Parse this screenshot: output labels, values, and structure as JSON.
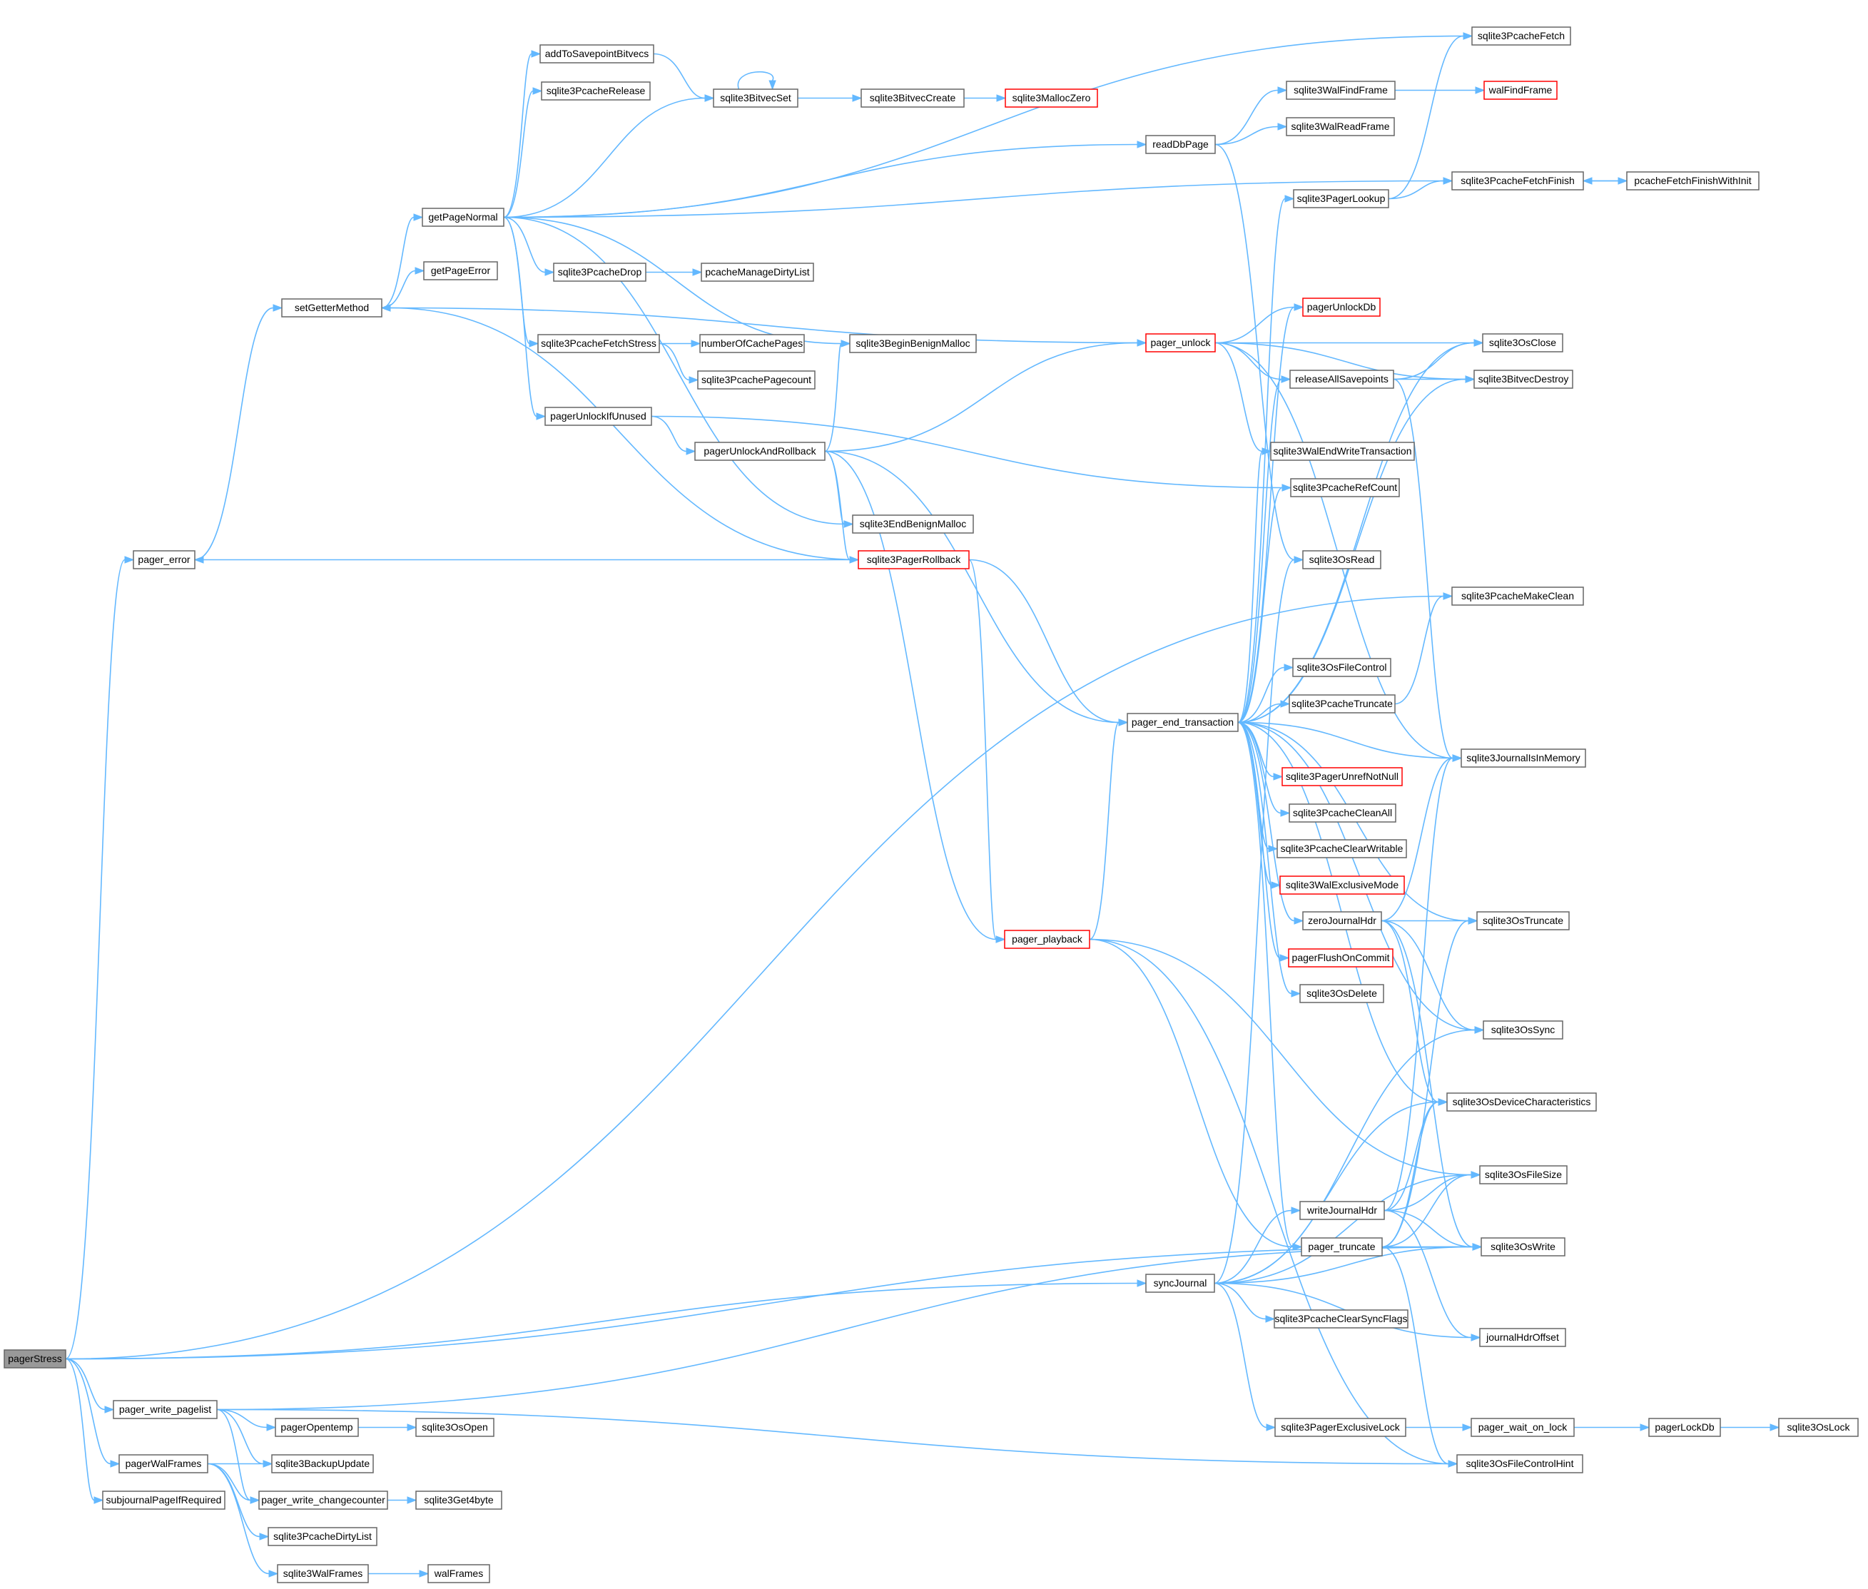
{
  "diagram": {
    "colors": {
      "edge": "#63b8ff",
      "node_border": "#666666",
      "node_highlight_border": "#ff0000",
      "root_fill": "#999999",
      "background": "#ffffff"
    },
    "nodes": [
      {
        "id": "pagerStress",
        "label": "pagerStress",
        "style": "root"
      },
      {
        "id": "pager_error",
        "label": "pager_error",
        "style": "normal"
      },
      {
        "id": "setGetterMethod",
        "label": "setGetterMethod",
        "style": "normal"
      },
      {
        "id": "getPageNormal",
        "label": "getPageNormal",
        "style": "normal"
      },
      {
        "id": "getPageError",
        "label": "getPageError",
        "style": "normal"
      },
      {
        "id": "addToSavepointBitvecs",
        "label": "addToSavepointBitvecs",
        "style": "normal"
      },
      {
        "id": "sqlite3PcacheRelease",
        "label": "sqlite3PcacheRelease",
        "style": "normal"
      },
      {
        "id": "sqlite3BitvecSet",
        "label": "sqlite3BitvecSet",
        "style": "normal"
      },
      {
        "id": "sqlite3BitvecCreate",
        "label": "sqlite3BitvecCreate",
        "style": "normal"
      },
      {
        "id": "sqlite3MallocZero",
        "label": "sqlite3MallocZero",
        "style": "red"
      },
      {
        "id": "sqlite3PcacheFetch",
        "label": "sqlite3PcacheFetch",
        "style": "normal"
      },
      {
        "id": "sqlite3WalFindFrame",
        "label": "sqlite3WalFindFrame",
        "style": "normal"
      },
      {
        "id": "walFindFrame",
        "label": "walFindFrame",
        "style": "red"
      },
      {
        "id": "readDbPage",
        "label": "readDbPage",
        "style": "normal"
      },
      {
        "id": "sqlite3WalReadFrame",
        "label": "sqlite3WalReadFrame",
        "style": "normal"
      },
      {
        "id": "sqlite3PagerLookup",
        "label": "sqlite3PagerLookup",
        "style": "normal"
      },
      {
        "id": "sqlite3PcacheFetchFinish",
        "label": "sqlite3PcacheFetchFinish",
        "style": "normal"
      },
      {
        "id": "pcacheFetchFinishWithInit",
        "label": "pcacheFetchFinishWithInit",
        "style": "normal"
      },
      {
        "id": "sqlite3PcacheDrop",
        "label": "sqlite3PcacheDrop",
        "style": "normal"
      },
      {
        "id": "pcacheManageDirtyList",
        "label": "pcacheManageDirtyList",
        "style": "normal"
      },
      {
        "id": "pager_unlock",
        "label": "pager_unlock",
        "style": "red"
      },
      {
        "id": "pagerUnlockDb",
        "label": "pagerUnlockDb",
        "style": "red"
      },
      {
        "id": "sqlite3PcacheFetchStress",
        "label": "sqlite3PcacheFetchStress",
        "style": "normal"
      },
      {
        "id": "numberOfCachePages",
        "label": "numberOfCachePages",
        "style": "normal"
      },
      {
        "id": "sqlite3PcachePagecount",
        "label": "sqlite3PcachePagecount",
        "style": "normal"
      },
      {
        "id": "sqlite3BeginBenignMalloc",
        "label": "sqlite3BeginBenignMalloc",
        "style": "normal"
      },
      {
        "id": "sqlite3OsClose",
        "label": "sqlite3OsClose",
        "style": "normal"
      },
      {
        "id": "releaseAllSavepoints",
        "label": "releaseAllSavepoints",
        "style": "normal"
      },
      {
        "id": "sqlite3BitvecDestroy",
        "label": "sqlite3BitvecDestroy",
        "style": "normal"
      },
      {
        "id": "pagerUnlockIfUnused",
        "label": "pagerUnlockIfUnused",
        "style": "normal"
      },
      {
        "id": "pagerUnlockAndRollback",
        "label": "pagerUnlockAndRollback",
        "style": "normal"
      },
      {
        "id": "sqlite3WalEndWriteTransaction",
        "label": "sqlite3WalEndWriteTransaction",
        "style": "normal"
      },
      {
        "id": "sqlite3PcacheRefCount",
        "label": "sqlite3PcacheRefCount",
        "style": "normal"
      },
      {
        "id": "sqlite3EndBenignMalloc",
        "label": "sqlite3EndBenignMalloc",
        "style": "normal"
      },
      {
        "id": "sqlite3PagerRollback",
        "label": "sqlite3PagerRollback",
        "style": "red"
      },
      {
        "id": "sqlite3OsRead",
        "label": "sqlite3OsRead",
        "style": "normal"
      },
      {
        "id": "sqlite3PcacheMakeClean",
        "label": "sqlite3PcacheMakeClean",
        "style": "normal"
      },
      {
        "id": "sqlite3OsFileControl",
        "label": "sqlite3OsFileControl",
        "style": "normal"
      },
      {
        "id": "sqlite3PcacheTruncate",
        "label": "sqlite3PcacheTruncate",
        "style": "normal"
      },
      {
        "id": "pager_end_transaction",
        "label": "pager_end_transaction",
        "style": "normal"
      },
      {
        "id": "sqlite3JournalIsInMemory",
        "label": "sqlite3JournalIsInMemory",
        "style": "normal"
      },
      {
        "id": "sqlite3PagerUnrefNotNull",
        "label": "sqlite3PagerUnrefNotNull",
        "style": "red"
      },
      {
        "id": "sqlite3PcacheCleanAll",
        "label": "sqlite3PcacheCleanAll",
        "style": "normal"
      },
      {
        "id": "sqlite3PcacheClearWritable",
        "label": "sqlite3PcacheClearWritable",
        "style": "normal"
      },
      {
        "id": "sqlite3WalExclusiveMode",
        "label": "sqlite3WalExclusiveMode",
        "style": "red"
      },
      {
        "id": "zeroJournalHdr",
        "label": "zeroJournalHdr",
        "style": "normal"
      },
      {
        "id": "sqlite3OsTruncate",
        "label": "sqlite3OsTruncate",
        "style": "normal"
      },
      {
        "id": "pager_playback",
        "label": "pager_playback",
        "style": "red"
      },
      {
        "id": "pagerFlushOnCommit",
        "label": "pagerFlushOnCommit",
        "style": "red"
      },
      {
        "id": "sqlite3OsDelete",
        "label": "sqlite3OsDelete",
        "style": "normal"
      },
      {
        "id": "sqlite3OsSync",
        "label": "sqlite3OsSync",
        "style": "normal"
      },
      {
        "id": "sqlite3OsDeviceCharacteristics",
        "label": "sqlite3OsDeviceCharacteristics",
        "style": "normal"
      },
      {
        "id": "sqlite3OsFileSize",
        "label": "sqlite3OsFileSize",
        "style": "normal"
      },
      {
        "id": "writeJournalHdr",
        "label": "writeJournalHdr",
        "style": "normal"
      },
      {
        "id": "pager_truncate",
        "label": "pager_truncate",
        "style": "normal"
      },
      {
        "id": "sqlite3OsWrite",
        "label": "sqlite3OsWrite",
        "style": "normal"
      },
      {
        "id": "syncJournal",
        "label": "syncJournal",
        "style": "normal"
      },
      {
        "id": "sqlite3PcacheClearSyncFlags",
        "label": "sqlite3PcacheClearSyncFlags",
        "style": "normal"
      },
      {
        "id": "journalHdrOffset",
        "label": "journalHdrOffset",
        "style": "normal"
      },
      {
        "id": "sqlite3PagerExclusiveLock",
        "label": "sqlite3PagerExclusiveLock",
        "style": "normal"
      },
      {
        "id": "pager_wait_on_lock",
        "label": "pager_wait_on_lock",
        "style": "normal"
      },
      {
        "id": "pagerLockDb",
        "label": "pagerLockDb",
        "style": "normal"
      },
      {
        "id": "sqlite3OsLock",
        "label": "sqlite3OsLock",
        "style": "normal"
      },
      {
        "id": "sqlite3OsFileControlHint",
        "label": "sqlite3OsFileControlHint",
        "style": "normal"
      },
      {
        "id": "pager_write_pagelist",
        "label": "pager_write_pagelist",
        "style": "normal"
      },
      {
        "id": "pagerOpentemp",
        "label": "pagerOpentemp",
        "style": "normal"
      },
      {
        "id": "sqlite3OsOpen",
        "label": "sqlite3OsOpen",
        "style": "normal"
      },
      {
        "id": "sqlite3BackupUpdate",
        "label": "sqlite3BackupUpdate",
        "style": "normal"
      },
      {
        "id": "pagerWalFrames",
        "label": "pagerWalFrames",
        "style": "normal"
      },
      {
        "id": "pager_write_changecounter",
        "label": "pager_write_changecounter",
        "style": "normal"
      },
      {
        "id": "sqlite3Get4byte",
        "label": "sqlite3Get4byte",
        "style": "normal"
      },
      {
        "id": "subjournalPageIfRequired",
        "label": "subjournalPageIfRequired",
        "style": "normal"
      },
      {
        "id": "sqlite3PcacheDirtyList",
        "label": "sqlite3PcacheDirtyList",
        "style": "normal"
      },
      {
        "id": "sqlite3WalFrames",
        "label": "sqlite3WalFrames",
        "style": "normal"
      },
      {
        "id": "walFrames",
        "label": "walFrames",
        "style": "normal"
      }
    ],
    "edges": [
      [
        "pagerStress",
        "pager_error"
      ],
      [
        "pagerStress",
        "syncJournal"
      ],
      [
        "pagerStress",
        "sqlite3PcacheMakeClean"
      ],
      [
        "pagerStress",
        "sqlite3OsWrite"
      ],
      [
        "pagerStress",
        "pager_write_pagelist"
      ],
      [
        "pagerStress",
        "pagerWalFrames"
      ],
      [
        "pagerStress",
        "subjournalPageIfRequired"
      ],
      [
        "pager_error",
        "setGetterMethod"
      ],
      [
        "setGetterMethod",
        "getPageNormal"
      ],
      [
        "setGetterMethod",
        "getPageError"
      ],
      [
        "getPageNormal",
        "addToSavepointBitvecs"
      ],
      [
        "getPageNormal",
        "sqlite3PcacheRelease"
      ],
      [
        "getPageNormal",
        "sqlite3BitvecSet"
      ],
      [
        "getPageNormal",
        "sqlite3PcacheFetch"
      ],
      [
        "getPageNormal",
        "readDbPage"
      ],
      [
        "getPageNormal",
        "sqlite3PcacheFetchFinish"
      ],
      [
        "getPageNormal",
        "sqlite3PcacheDrop"
      ],
      [
        "getPageNormal",
        "sqlite3PcacheFetchStress"
      ],
      [
        "getPageNormal",
        "sqlite3BeginBenignMalloc"
      ],
      [
        "getPageNormal",
        "pagerUnlockIfUnused"
      ],
      [
        "getPageNormal",
        "sqlite3EndBenignMalloc"
      ],
      [
        "addToSavepointBitvecs",
        "sqlite3BitvecSet"
      ],
      [
        "sqlite3BitvecSet",
        "sqlite3BitvecSet"
      ],
      [
        "sqlite3BitvecSet",
        "sqlite3BitvecCreate"
      ],
      [
        "sqlite3BitvecCreate",
        "sqlite3MallocZero"
      ],
      [
        "readDbPage",
        "sqlite3WalFindFrame"
      ],
      [
        "readDbPage",
        "sqlite3WalReadFrame"
      ],
      [
        "readDbPage",
        "sqlite3OsRead"
      ],
      [
        "sqlite3WalFindFrame",
        "walFindFrame"
      ],
      [
        "sqlite3PagerLookup",
        "sqlite3PcacheFetch"
      ],
      [
        "sqlite3PagerLookup",
        "sqlite3PcacheFetchFinish"
      ],
      [
        "pcacheFetchFinishWithInit",
        "sqlite3PcacheFetchFinish"
      ],
      [
        "sqlite3PcacheFetchFinish",
        "pcacheFetchFinishWithInit"
      ],
      [
        "sqlite3PcacheDrop",
        "pcacheManageDirtyList"
      ],
      [
        "sqlite3PcacheFetchStress",
        "numberOfCachePages"
      ],
      [
        "sqlite3PcacheFetchStress",
        "sqlite3PcachePagecount"
      ],
      [
        "pagerUnlockIfUnused",
        "pagerUnlockAndRollback"
      ],
      [
        "pagerUnlockIfUnused",
        "sqlite3PcacheRefCount"
      ],
      [
        "pagerUnlockAndRollback",
        "sqlite3BeginBenignMalloc"
      ],
      [
        "pagerUnlockAndRollback",
        "pager_unlock"
      ],
      [
        "pagerUnlockAndRollback",
        "sqlite3EndBenignMalloc"
      ],
      [
        "pagerUnlockAndRollback",
        "sqlite3PagerRollback"
      ],
      [
        "pagerUnlockAndRollback",
        "pager_end_transaction"
      ],
      [
        "pagerUnlockAndRollback",
        "pager_playback"
      ],
      [
        "pager_unlock",
        "setGetterMethod"
      ],
      [
        "pager_unlock",
        "pagerUnlockDb"
      ],
      [
        "pager_unlock",
        "sqlite3OsClose"
      ],
      [
        "pager_unlock",
        "releaseAllSavepoints"
      ],
      [
        "pager_unlock",
        "sqlite3BitvecDestroy"
      ],
      [
        "pager_unlock",
        "sqlite3WalEndWriteTransaction"
      ],
      [
        "pager_unlock",
        "sqlite3JournalIsInMemory"
      ],
      [
        "releaseAllSavepoints",
        "sqlite3OsClose"
      ],
      [
        "releaseAllSavepoints",
        "sqlite3BitvecDestroy"
      ],
      [
        "releaseAllSavepoints",
        "sqlite3JournalIsInMemory"
      ],
      [
        "sqlite3PagerRollback",
        "pager_error"
      ],
      [
        "sqlite3PagerRollback",
        "setGetterMethod"
      ],
      [
        "sqlite3PagerRollback",
        "pager_end_transaction"
      ],
      [
        "sqlite3PagerRollback",
        "pager_playback"
      ],
      [
        "pager_playback",
        "pager_end_transaction"
      ],
      [
        "pager_playback",
        "sqlite3OsFileSize"
      ],
      [
        "pager_playback",
        "pager_truncate"
      ],
      [
        "pager_playback",
        "sqlite3OsFileControlHint"
      ],
      [
        "pager_end_transaction",
        "sqlite3PagerLookup"
      ],
      [
        "pager_end_transaction",
        "pagerUnlockDb"
      ],
      [
        "pager_end_transaction",
        "sqlite3OsClose"
      ],
      [
        "pager_end_transaction",
        "releaseAllSavepoints"
      ],
      [
        "pager_end_transaction",
        "sqlite3BitvecDestroy"
      ],
      [
        "pager_end_transaction",
        "sqlite3WalEndWriteTransaction"
      ],
      [
        "pager_end_transaction",
        "sqlite3PcacheRefCount"
      ],
      [
        "pager_end_transaction",
        "sqlite3OsFileControl"
      ],
      [
        "pager_end_transaction",
        "sqlite3PcacheTruncate"
      ],
      [
        "pager_end_transaction",
        "sqlite3JournalIsInMemory"
      ],
      [
        "pager_end_transaction",
        "sqlite3PagerUnrefNotNull"
      ],
      [
        "pager_end_transaction",
        "sqlite3PcacheCleanAll"
      ],
      [
        "pager_end_transaction",
        "sqlite3PcacheClearWritable"
      ],
      [
        "pager_end_transaction",
        "sqlite3WalExclusiveMode"
      ],
      [
        "pager_end_transaction",
        "zeroJournalHdr"
      ],
      [
        "pager_end_transaction",
        "sqlite3OsTruncate"
      ],
      [
        "pager_end_transaction",
        "pagerFlushOnCommit"
      ],
      [
        "pager_end_transaction",
        "sqlite3OsDelete"
      ],
      [
        "pager_end_transaction",
        "sqlite3OsSync"
      ],
      [
        "pager_end_transaction",
        "sqlite3OsDeviceCharacteristics"
      ],
      [
        "pager_end_transaction",
        "pager_truncate"
      ],
      [
        "sqlite3PcacheTruncate",
        "sqlite3PcacheMakeClean"
      ],
      [
        "zeroJournalHdr",
        "sqlite3OsTruncate"
      ],
      [
        "zeroJournalHdr",
        "sqlite3JournalIsInMemory"
      ],
      [
        "zeroJournalHdr",
        "sqlite3OsSync"
      ],
      [
        "zeroJournalHdr",
        "sqlite3OsDeviceCharacteristics"
      ],
      [
        "zeroJournalHdr",
        "sqlite3OsWrite"
      ],
      [
        "writeJournalHdr",
        "sqlite3JournalIsInMemory"
      ],
      [
        "writeJournalHdr",
        "sqlite3OsDeviceCharacteristics"
      ],
      [
        "writeJournalHdr",
        "sqlite3OsFileSize"
      ],
      [
        "writeJournalHdr",
        "sqlite3OsWrite"
      ],
      [
        "writeJournalHdr",
        "journalHdrOffset"
      ],
      [
        "pager_truncate",
        "sqlite3OsTruncate"
      ],
      [
        "pager_truncate",
        "sqlite3OsFileSize"
      ],
      [
        "pager_truncate",
        "sqlite3OsWrite"
      ],
      [
        "pager_truncate",
        "sqlite3OsDeviceCharacteristics"
      ],
      [
        "pager_truncate",
        "sqlite3OsFileControlHint"
      ],
      [
        "syncJournal",
        "sqlite3OsRead"
      ],
      [
        "syncJournal",
        "sqlite3OsSync"
      ],
      [
        "syncJournal",
        "sqlite3OsDeviceCharacteristics"
      ],
      [
        "syncJournal",
        "writeJournalHdr"
      ],
      [
        "syncJournal",
        "sqlite3OsWrite"
      ],
      [
        "syncJournal",
        "sqlite3PcacheClearSyncFlags"
      ],
      [
        "syncJournal",
        "journalHdrOffset"
      ],
      [
        "syncJournal",
        "sqlite3PagerExclusiveLock"
      ],
      [
        "syncJournal",
        "sqlite3OsFileSize"
      ],
      [
        "sqlite3PagerExclusiveLock",
        "pager_wait_on_lock"
      ],
      [
        "pager_wait_on_lock",
        "pagerLockDb"
      ],
      [
        "pagerLockDb",
        "sqlite3OsLock"
      ],
      [
        "pager_write_pagelist",
        "pagerOpentemp"
      ],
      [
        "pager_write_pagelist",
        "sqlite3BackupUpdate"
      ],
      [
        "pager_write_pagelist",
        "pager_write_changecounter"
      ],
      [
        "pager_write_pagelist",
        "sqlite3OsWrite"
      ],
      [
        "pager_write_pagelist",
        "sqlite3OsFileControlHint"
      ],
      [
        "pagerOpentemp",
        "sqlite3OsOpen"
      ],
      [
        "pagerWalFrames",
        "sqlite3BackupUpdate"
      ],
      [
        "pagerWalFrames",
        "pager_write_changecounter"
      ],
      [
        "pagerWalFrames",
        "sqlite3PcacheDirtyList"
      ],
      [
        "pagerWalFrames",
        "sqlite3WalFrames"
      ],
      [
        "pager_write_changecounter",
        "sqlite3Get4byte"
      ],
      [
        "sqlite3WalFrames",
        "walFrames"
      ]
    ]
  }
}
